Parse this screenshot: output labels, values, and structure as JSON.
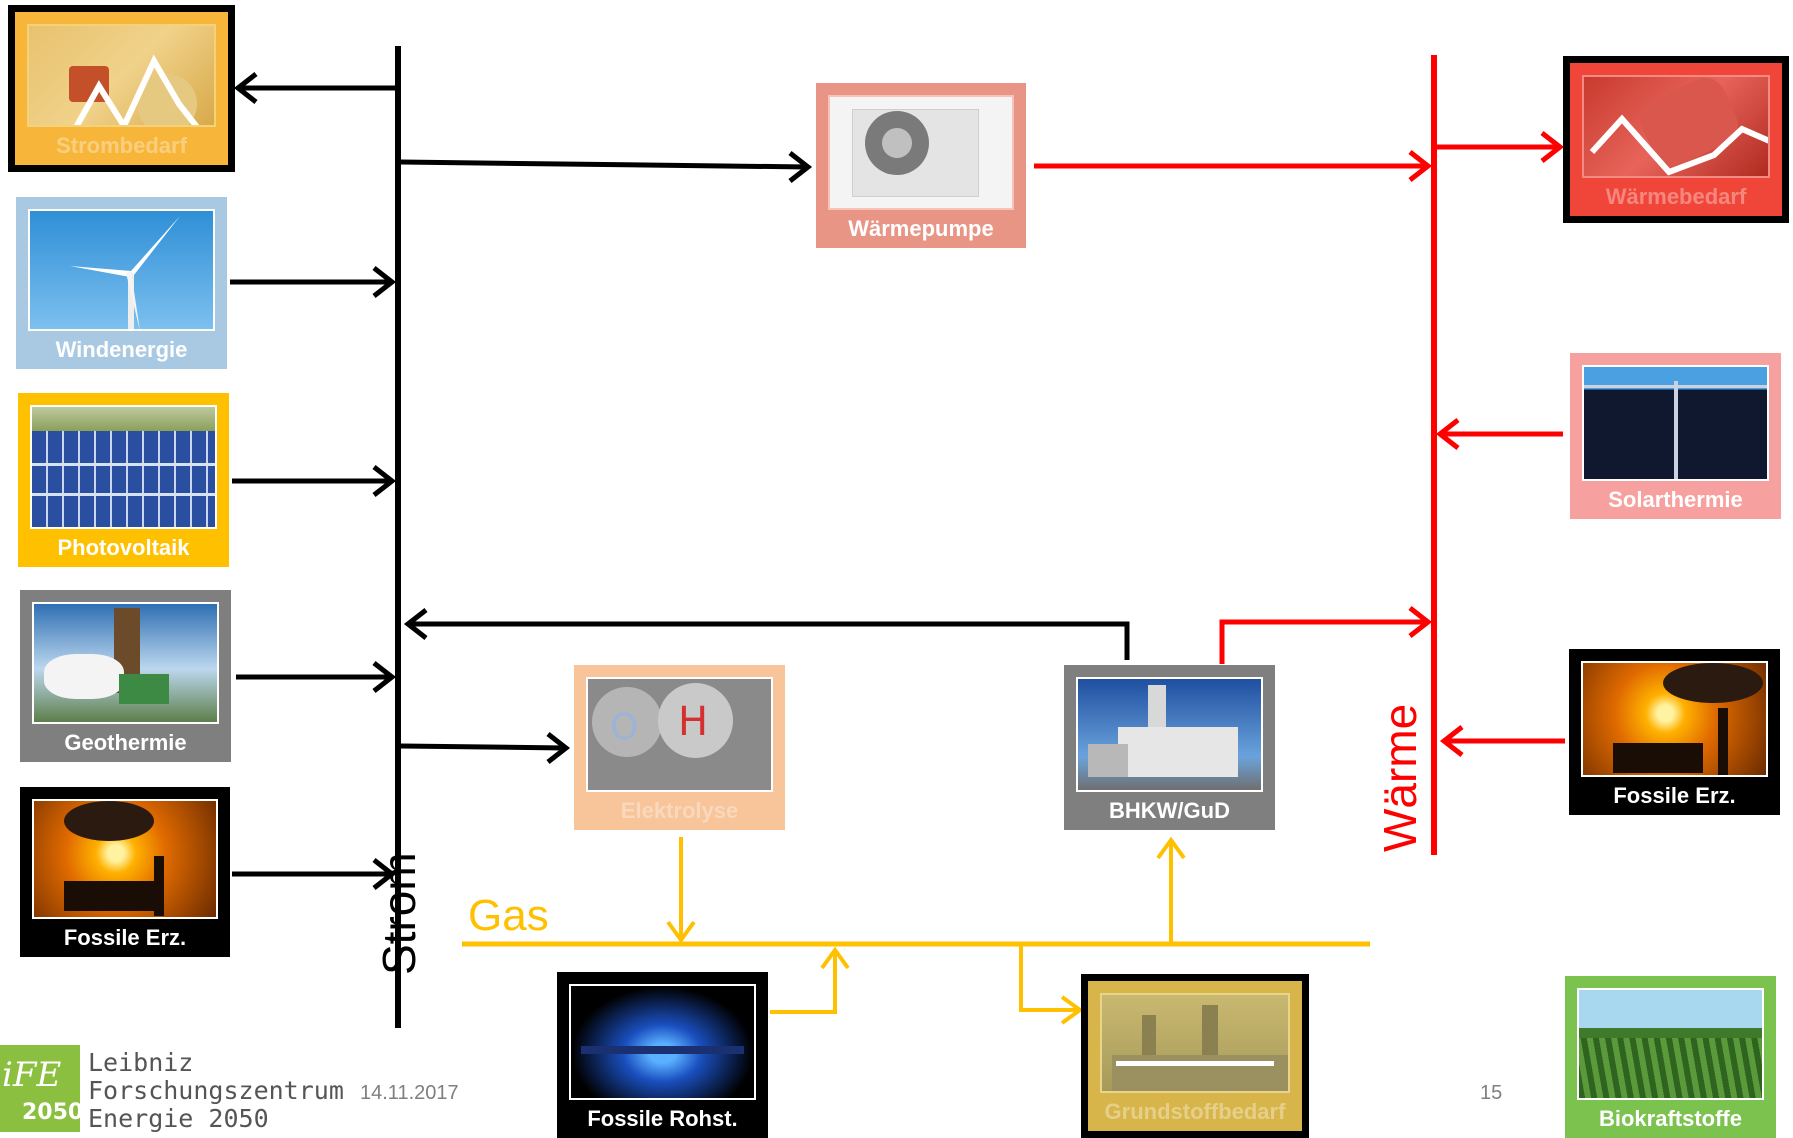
{
  "nodes": {
    "strombedarf": {
      "label": "Strombedarf",
      "color": "#F7B63A"
    },
    "windenergie": {
      "label": "Windenergie",
      "color": "#A9C9E2"
    },
    "photovoltaik": {
      "label": "Photovoltaik",
      "color": "#FFC000"
    },
    "geothermie": {
      "label": "Geothermie",
      "color": "#7F7F7F"
    },
    "fossile_erz_left": {
      "label": "Fossile Erz.",
      "color": "#000000"
    },
    "waermepumpe": {
      "label": "Wärmepumpe",
      "color": "#E99586"
    },
    "elektrolyse": {
      "label": "Elektrolyse",
      "color": "#F8C49A"
    },
    "bhkw": {
      "label": "BHKW/GuD",
      "color": "#7F7F7F"
    },
    "waermebedarf": {
      "label": "Wärmebedarf",
      "color": "#F0463A"
    },
    "solarthermie": {
      "label": "Solarthermie",
      "color": "#F7A0A0"
    },
    "fossile_erz_right": {
      "label": "Fossile Erz.",
      "color": "#000000"
    },
    "fossile_rohst": {
      "label": "Fossile Rohst.",
      "color": "#000000"
    },
    "grundstoffbedarf": {
      "label": "Grundstoffbedarf",
      "color": "#D7B54A"
    },
    "biokraftstoffe": {
      "label": "Biokraftstoffe",
      "color": "#7CC24F"
    }
  },
  "buses": {
    "strom": {
      "label": "Strom",
      "color": "#000000"
    },
    "waerme": {
      "label": "Wärme",
      "color": "#FF0000"
    },
    "gas": {
      "label": "Gas",
      "color": "#FFC000"
    }
  },
  "footer": {
    "date": "14.11.2017",
    "page": "15",
    "logo_mark_top": "iFE",
    "logo_mark_bottom": "2050",
    "logo_line1": "Leibniz",
    "logo_line2": "Forschungszentrum",
    "logo_line3": "Energie 2050"
  }
}
